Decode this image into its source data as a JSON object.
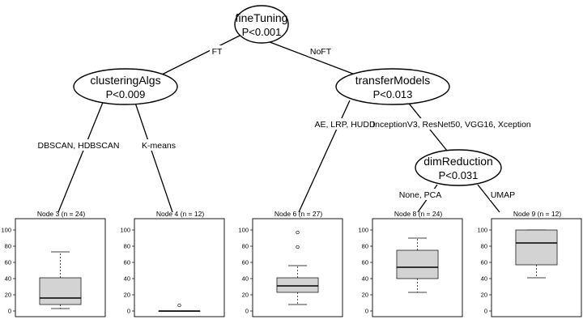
{
  "tree": {
    "inner_nodes": [
      {
        "id": "finetuning",
        "name": "fineTuning",
        "p": "P<0.001"
      },
      {
        "id": "clusteringalgs",
        "name": "clusteringAlgs",
        "p": "P<0.009"
      },
      {
        "id": "transfermodels",
        "name": "transferModels",
        "p": "P<0.013"
      },
      {
        "id": "dimreduction",
        "name": "dimReduction",
        "p": "P<0.031"
      }
    ],
    "edge_labels": {
      "ft": "FT",
      "noft": "NoFT",
      "dbscan": "DBSCAN, HDBSCAN",
      "kmeans": "K-means",
      "ae": "AE, LRP, HUDD",
      "inception": "InceptionV3, ResNet50, VGG16, Xception",
      "nonepca": "None, PCA",
      "umap": "UMAP"
    }
  },
  "chart_data": {
    "type": "boxplot",
    "y_ticks": [
      0,
      20,
      40,
      60,
      80,
      100
    ],
    "ylim": [
      -3,
      110
    ],
    "panels": [
      {
        "title": "Node 3 (n = 24)",
        "min": 3,
        "q1": 8,
        "median": 16,
        "q3": 41,
        "max": 73,
        "outliers": []
      },
      {
        "title": "Node 4 (n = 12)",
        "min": 0,
        "q1": 0,
        "median": 0,
        "q3": 0,
        "max": 0,
        "outliers": [
          7
        ]
      },
      {
        "title": "Node 6 (n = 27)",
        "min": 8,
        "q1": 23,
        "median": 31,
        "q3": 41,
        "max": 56,
        "outliers": [
          79,
          97
        ]
      },
      {
        "title": "Node 8 (n = 24)",
        "min": 23,
        "q1": 40,
        "median": 54,
        "q3": 75,
        "max": 90,
        "outliers": []
      },
      {
        "title": "Node 9 (n = 12)",
        "min": 41,
        "q1": 57,
        "median": 84,
        "q3": 100,
        "max": 100,
        "outliers": []
      }
    ]
  }
}
